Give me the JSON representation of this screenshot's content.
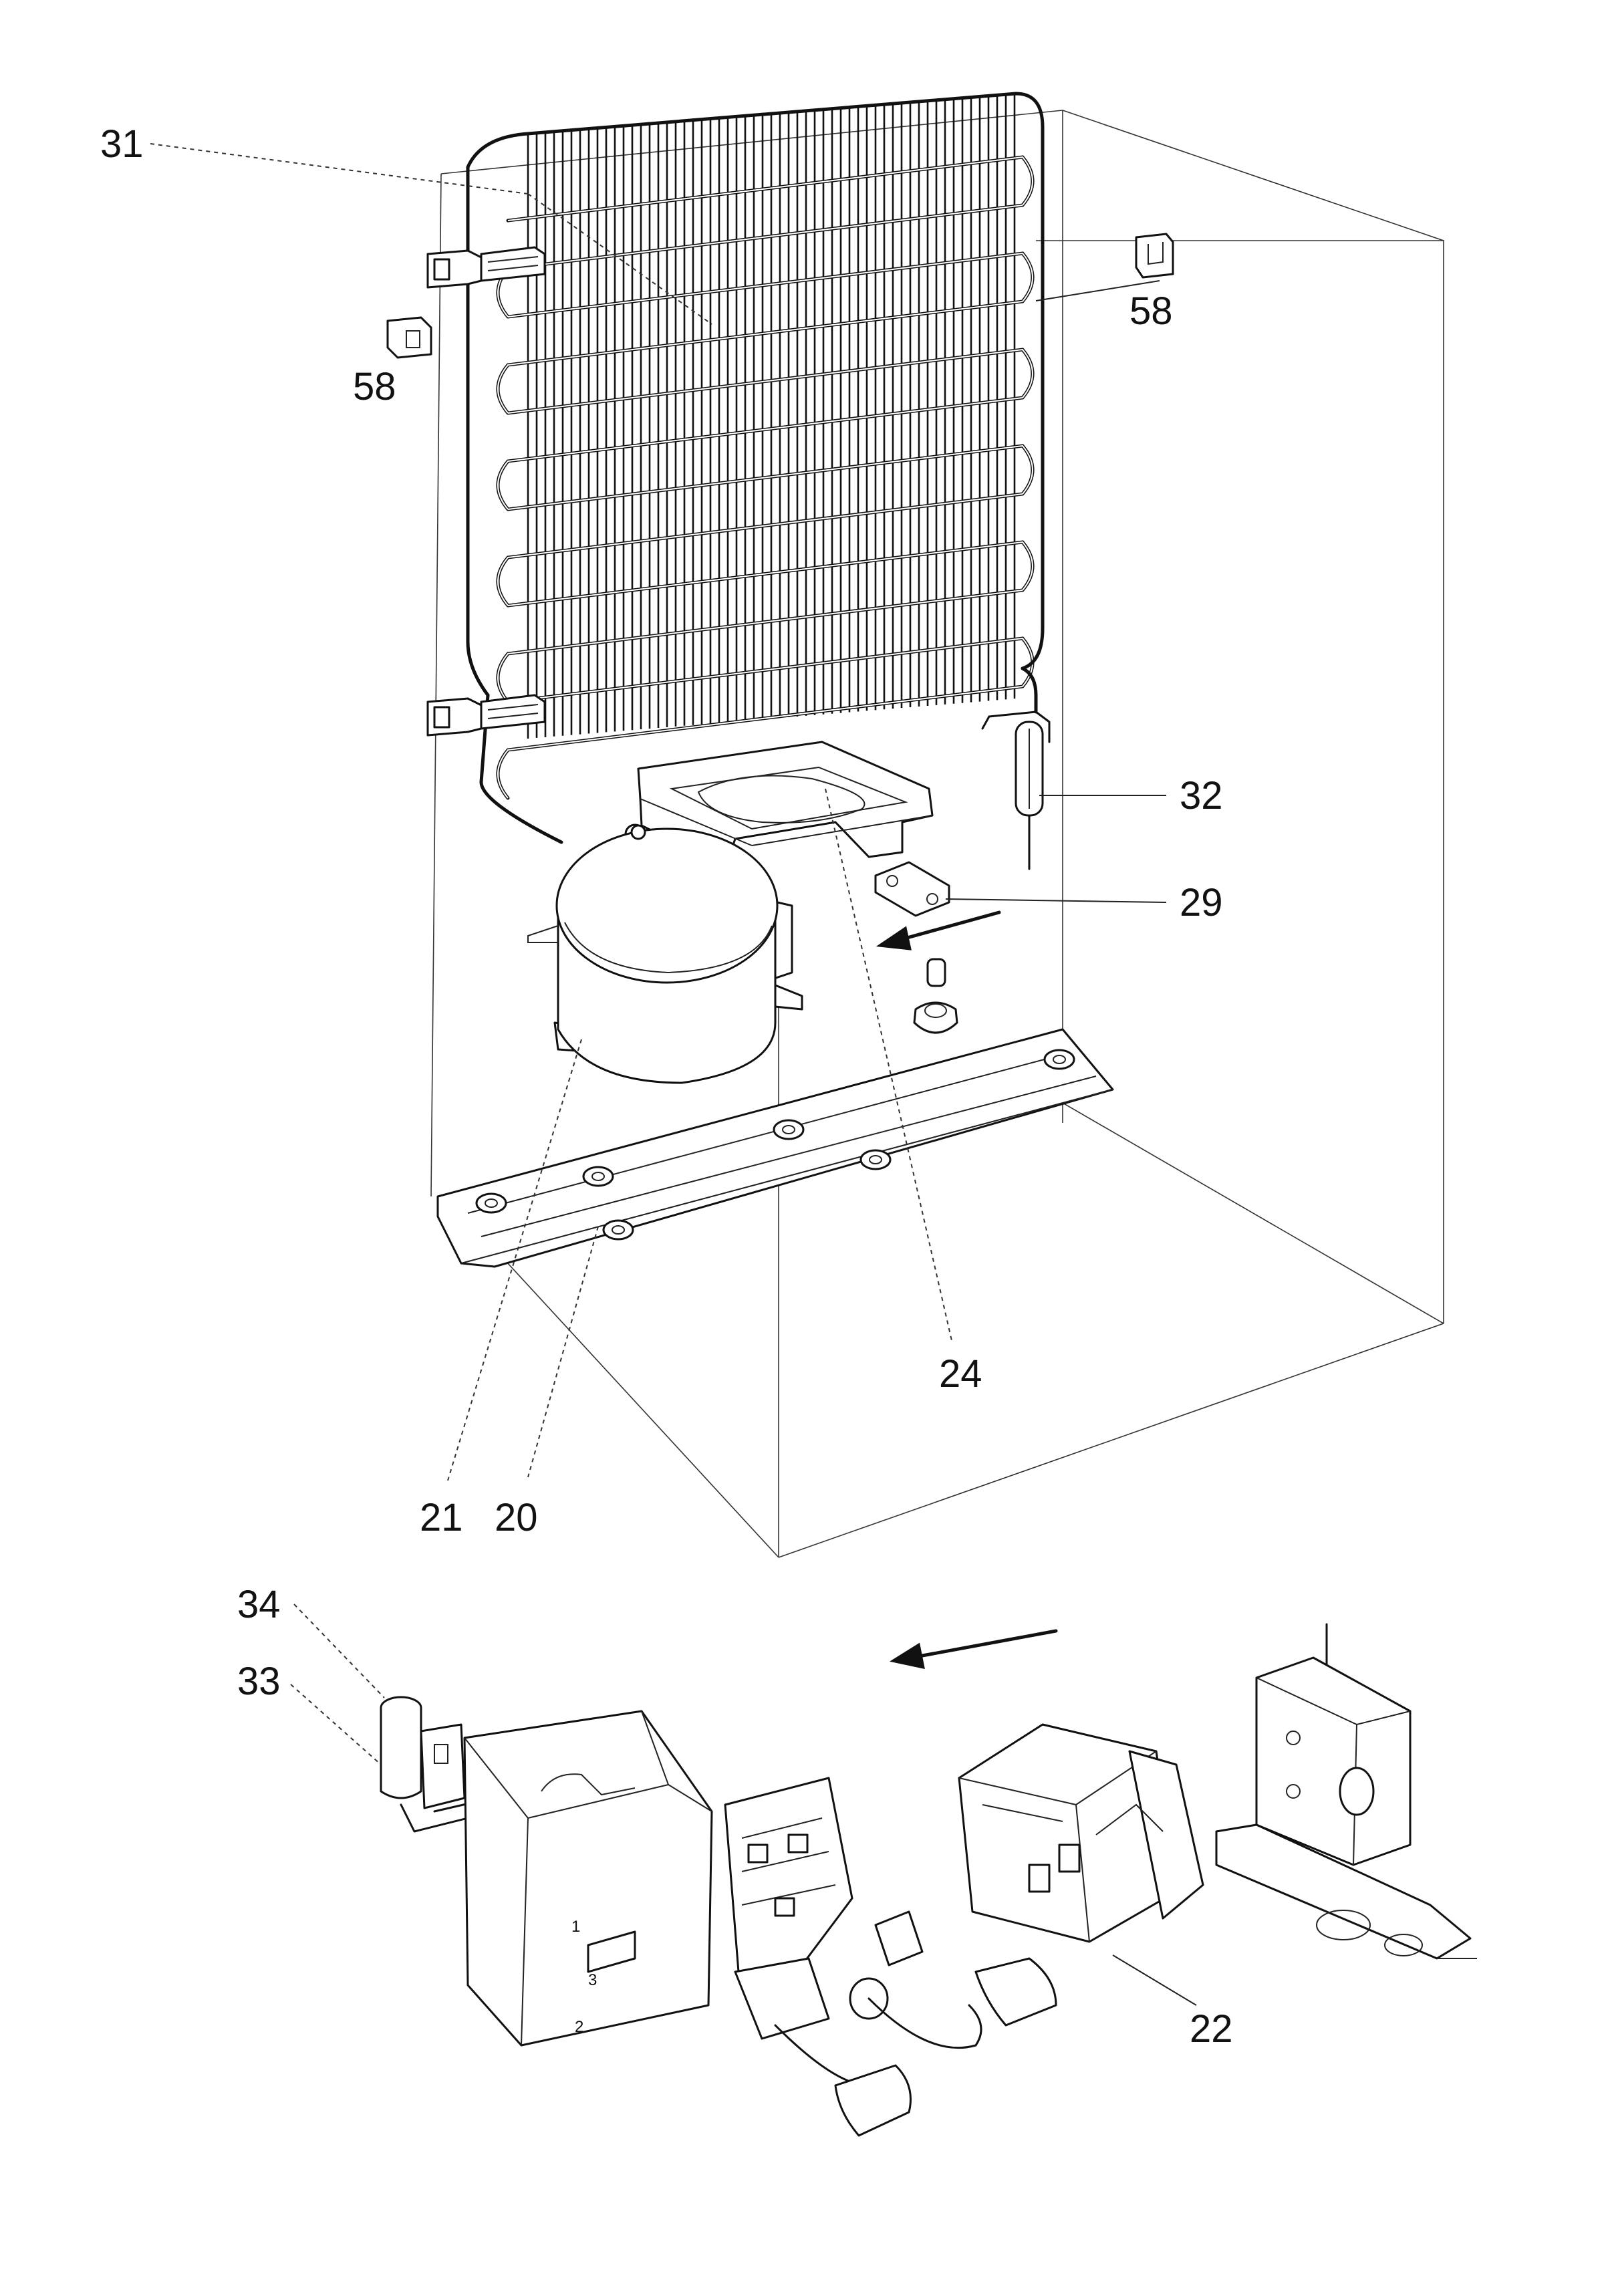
{
  "callouts": [
    {
      "id": "31",
      "label": "31"
    },
    {
      "id": "58a",
      "label": "58"
    },
    {
      "id": "58b",
      "label": "58"
    },
    {
      "id": "32",
      "label": "32"
    },
    {
      "id": "29",
      "label": "29"
    },
    {
      "id": "24",
      "label": "24"
    },
    {
      "id": "21",
      "label": "21"
    },
    {
      "id": "20",
      "label": "20"
    },
    {
      "id": "34",
      "label": "34"
    },
    {
      "id": "33",
      "label": "33"
    },
    {
      "id": "22",
      "label": "22"
    }
  ],
  "part_markings": {
    "relay_cover_1": "1",
    "relay_cover_2": "2",
    "relay_cover_3": "3"
  }
}
